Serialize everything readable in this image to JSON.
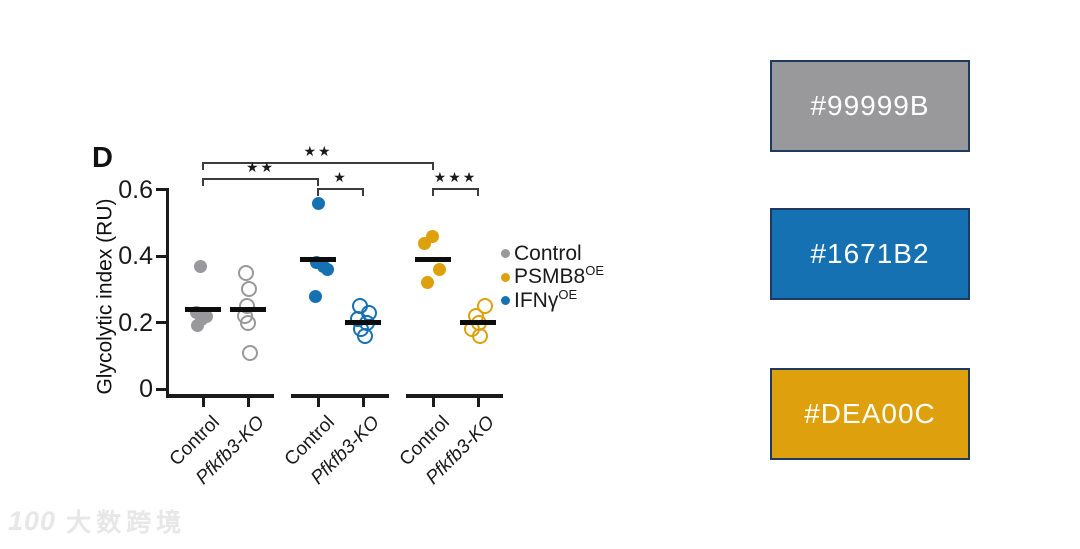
{
  "chart_data": {
    "type": "scatter",
    "panel_label": "D",
    "title": "",
    "xlabel": "",
    "ylabel": "Glycolytic index (RU)",
    "yticks": [
      "0",
      "0.2",
      "0.4",
      "0.6"
    ],
    "ylim": [
      0,
      0.62
    ],
    "grid": false,
    "legend_position": "right",
    "legend": [
      {
        "label": "Control",
        "superscript": "",
        "color": "#99999B"
      },
      {
        "label": "PSMB8",
        "superscript": "OE",
        "color": "#DEA00C"
      },
      {
        "label": "IFNγ",
        "superscript": "OE",
        "color": "#1671B2"
      }
    ],
    "groups": [
      {
        "series": "Control",
        "tick_label": "Control",
        "italic": false,
        "color": "#99999B",
        "filled": true,
        "median": 0.24,
        "points": [
          {
            "v": 0.37,
            "dx": -3
          },
          {
            "v": 0.23,
            "dx": -7
          },
          {
            "v": 0.22,
            "dx": 3
          },
          {
            "v": 0.21,
            "dx": -2
          },
          {
            "v": 0.19,
            "dx": -6
          }
        ]
      },
      {
        "series": "Control",
        "tick_label": "Pfkfb3-KO",
        "italic": true,
        "color": "#99999B",
        "filled": false,
        "median": 0.24,
        "points": [
          {
            "v": 0.35,
            "dx": -2
          },
          {
            "v": 0.3,
            "dx": 1
          },
          {
            "v": 0.25,
            "dx": -1
          },
          {
            "v": 0.22,
            "dx": -3
          },
          {
            "v": 0.2,
            "dx": 0
          },
          {
            "v": 0.11,
            "dx": 2
          }
        ]
      },
      {
        "series": "IFNγ OE",
        "tick_label": "Control",
        "italic": false,
        "color": "#1671B2",
        "filled": true,
        "median": 0.39,
        "points": [
          {
            "v": 0.56,
            "dx": 0
          },
          {
            "v": 0.38,
            "dx": -2
          },
          {
            "v": 0.37,
            "dx": 5
          },
          {
            "v": 0.36,
            "dx": 9
          },
          {
            "v": 0.28,
            "dx": -3
          }
        ]
      },
      {
        "series": "IFNγ OE",
        "tick_label": "Pfkfb3-KO",
        "italic": true,
        "color": "#1671B2",
        "filled": false,
        "median": 0.2,
        "points": [
          {
            "v": 0.25,
            "dx": -3
          },
          {
            "v": 0.23,
            "dx": 6
          },
          {
            "v": 0.21,
            "dx": -5
          },
          {
            "v": 0.2,
            "dx": 4
          },
          {
            "v": 0.18,
            "dx": -2
          },
          {
            "v": 0.16,
            "dx": 2
          }
        ]
      },
      {
        "series": "PSMB8 OE",
        "tick_label": "Control",
        "italic": false,
        "color": "#DEA00C",
        "filled": true,
        "median": 0.39,
        "points": [
          {
            "v": 0.46,
            "dx": -1
          },
          {
            "v": 0.44,
            "dx": -9
          },
          {
            "v": 0.36,
            "dx": 6
          },
          {
            "v": 0.32,
            "dx": -6
          }
        ]
      },
      {
        "series": "PSMB8 OE",
        "tick_label": "Pfkfb3-KO",
        "italic": true,
        "color": "#DEA00C",
        "filled": false,
        "median": 0.2,
        "points": [
          {
            "v": 0.25,
            "dx": 7
          },
          {
            "v": 0.22,
            "dx": -2
          },
          {
            "v": 0.2,
            "dx": 1
          },
          {
            "v": 0.18,
            "dx": -6
          },
          {
            "v": 0.16,
            "dx": 2
          }
        ]
      }
    ],
    "significance": [
      {
        "label": "**",
        "from": 0,
        "to": 4,
        "level": 0
      },
      {
        "label": "**",
        "from": 0,
        "to": 2,
        "level": 1
      },
      {
        "label": "*",
        "from": 2,
        "to": 3,
        "level": 2
      },
      {
        "label": "***",
        "from": 4,
        "to": 5,
        "level": 2
      }
    ]
  },
  "swatches": [
    {
      "hex": "#99999B"
    },
    {
      "hex": "#1671B2"
    },
    {
      "hex": "#DEA00C"
    }
  ],
  "watermark": {
    "logo": "100",
    "text": "大数跨境"
  },
  "colors": {
    "axis": "#1a1a1a",
    "median_bar": "#0d0d0d",
    "bracket": "#3c3c3c",
    "swatch_border": "#1f3a5f",
    "swatch_text": "#ffffff",
    "watermark": "#e7e7e7",
    "background": "#ffffff"
  }
}
